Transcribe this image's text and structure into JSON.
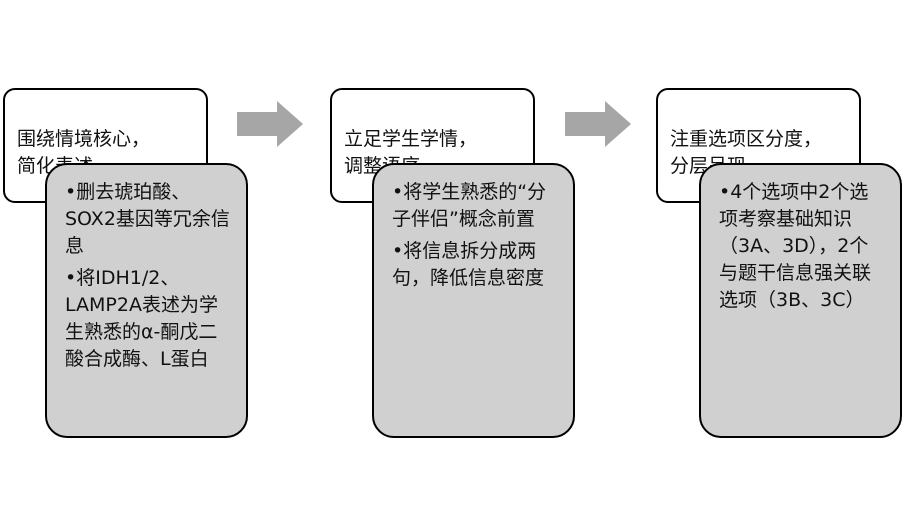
{
  "colors": {
    "arrow": "#a6a6a6",
    "detail_fill": "#d0d0d0",
    "header_fill": "#ffffff",
    "border": "#000000"
  },
  "steps": [
    {
      "title": "围绕情境核心，\n简化表述",
      "bullets": [
        "删去琥珀酸、SOX2基因等冗余信息",
        "将IDH1/2、LAMP2A表述为学生熟悉的α-酮戊二酸合成酶、L蛋白"
      ]
    },
    {
      "title": "立足学生学情，\n调整语序",
      "bullets": [
        "将学生熟悉的“分子伴侣”概念前置",
        "将信息拆分成两句，降低信息密度"
      ]
    },
    {
      "title": "注重选项区分度，\n分层呈现",
      "bullets": [
        "4个选项中2个选项考察基础知识（3A、3D），2个与题干信息强关联选项（3B、3C）"
      ]
    }
  ],
  "bullet_marker": "•"
}
